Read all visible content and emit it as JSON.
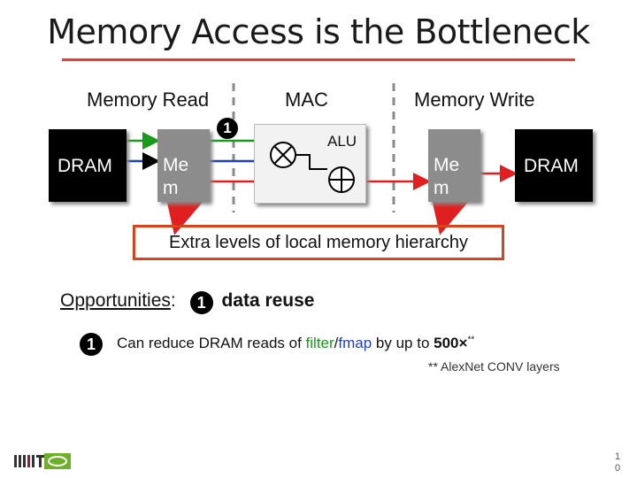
{
  "slide": {
    "title": "Memory Access is the Bottleneck",
    "headers": {
      "read": "Memory Read",
      "mac": "MAC",
      "write": "Memory Write"
    },
    "blocks": {
      "dram_left": "DRAM",
      "mem_left": "Me\nm",
      "alu": "ALU",
      "mem_right": "Me\nm",
      "dram_right": "DRAM"
    },
    "badge_number": "1",
    "hierarchy_box": "Extra levels of local memory hierarchy",
    "opportunities": {
      "label": "Opportunities",
      "colon": ":",
      "item": "data reuse"
    },
    "reduce_line": {
      "prefix": "Can reduce DRAM reads of ",
      "filter": "filter",
      "slash": "/",
      "fmap": "fmap",
      "middle": " by up to ",
      "value": "500×",
      "sup": "**"
    },
    "footnote": "** AlexNet CONV layers",
    "page_number": "1\n0",
    "colors": {
      "green": "#1a9a1a",
      "red": "#e02020",
      "blue": "#1f3fbf",
      "accent": "#c0504d"
    }
  }
}
